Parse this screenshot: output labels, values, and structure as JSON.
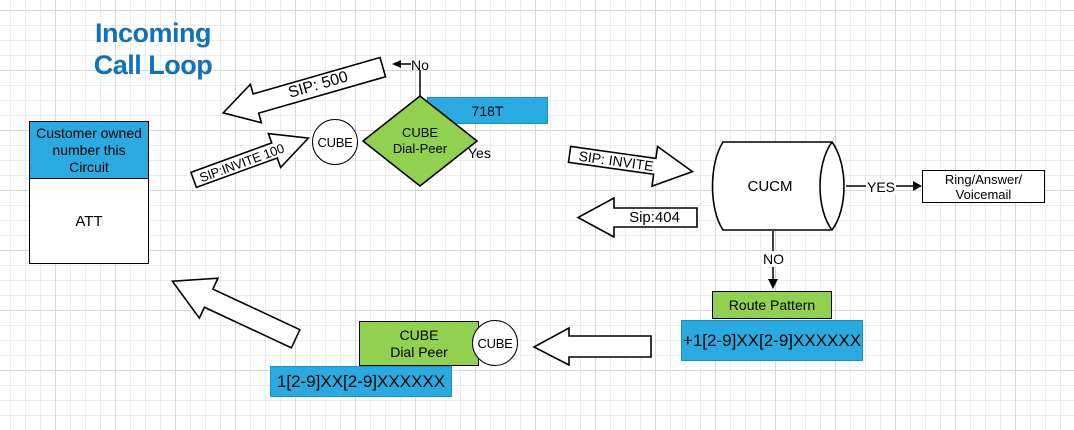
{
  "title": {
    "line1": "Incoming",
    "line2": "Call Loop"
  },
  "colors": {
    "accent_blue": "#29ABE2",
    "shape_green": "#92D050",
    "title_blue": "#1272B8"
  },
  "nodes": {
    "customer_box": {
      "header": "Customer owned number this Circuit",
      "body": "ATT"
    },
    "cube_circle_top": "CUBE",
    "dial_peer_diamond": {
      "line1": "CUBE",
      "line2": "Dial-Peer"
    },
    "tag_718t": "718T",
    "cucm": "CUCM",
    "ring_box": {
      "line1": "Ring/Answer/",
      "line2": "Voicemail"
    },
    "route_pattern": "Route Pattern",
    "plus1_pattern": "+1[2-9]XX[2-9]XXXXXX",
    "cube_dial_peer_box": {
      "line1": "CUBE",
      "line2": "Dial Peer"
    },
    "cube_circle_bottom": "CUBE",
    "pattern_1": "1[2-9]XX[2-9]XXXXXX"
  },
  "arrows": {
    "sip_500": "SIP: 500",
    "sip_invite_100": "SIP:INVITE 100",
    "sip_invite": "SIP: INVITE",
    "sip_404": "Sip:404"
  },
  "labels": {
    "no_top": "No",
    "yes_diamond": "Yes",
    "yes_cucm": "YES",
    "no_cucm": "NO"
  }
}
